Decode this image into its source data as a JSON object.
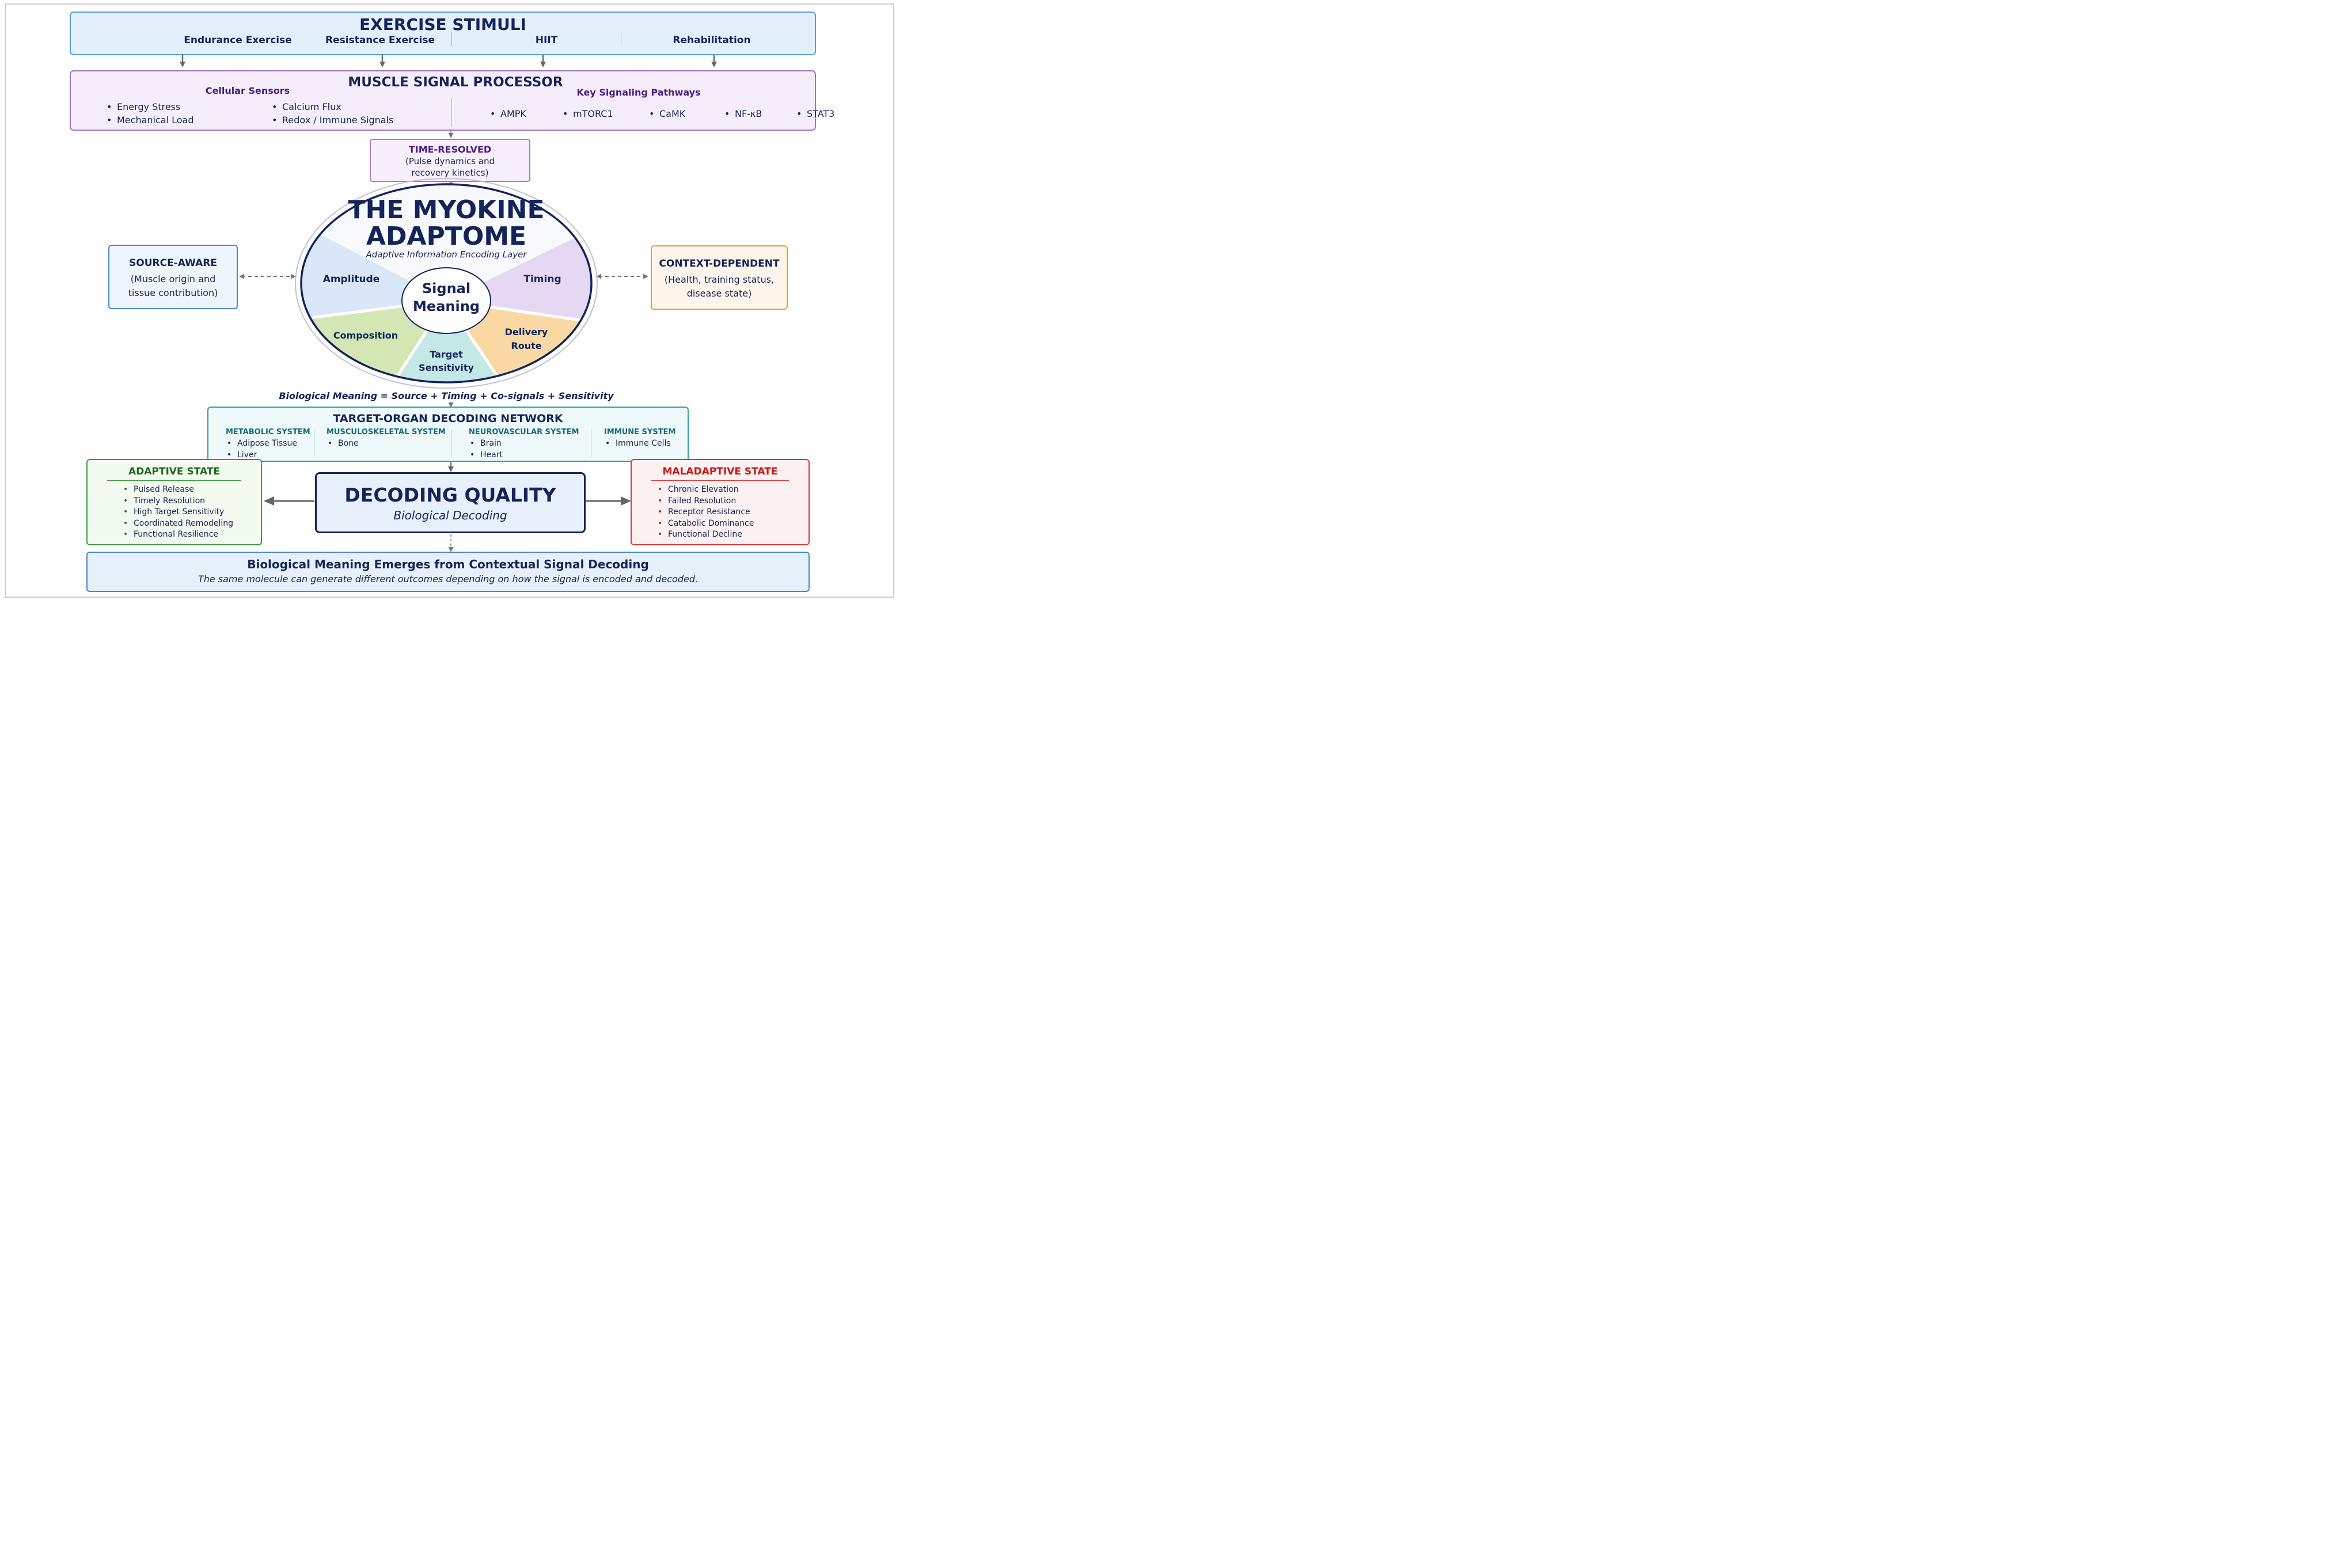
{
  "stimuli": {
    "title": "EXERCISE STIMULI",
    "items": [
      "Endurance Exercise",
      "Resistance Exercise",
      "HIIT",
      "Rehabilitation"
    ]
  },
  "processor": {
    "title": "MUSCLE SIGNAL PROCESSOR",
    "sensors_title": "Cellular Sensors",
    "sensors_col1": [
      "Energy Stress",
      "Mechanical Load"
    ],
    "sensors_col2": [
      "Calcium Flux",
      "Redox / Immune Signals"
    ],
    "pathways_title": "Key Signaling Pathways",
    "pathways": [
      "AMPK",
      "mTORC1",
      "CaMK",
      "NF-κB",
      "STAT3"
    ]
  },
  "time_resolved": {
    "title": "TIME-RESOLVED",
    "line1": "(Pulse dynamics and",
    "line2": "recovery kinetics)"
  },
  "source_aware": {
    "title": "SOURCE-AWARE",
    "line1": "(Muscle origin and",
    "line2": "tissue contribution)"
  },
  "context_dependent": {
    "title": "CONTEXT-DEPENDENT",
    "line1": "(Health, training status,",
    "line2": "disease state)"
  },
  "adaptome": {
    "title_line1": "THE MYOKINE",
    "title_line2": "ADAPTOME",
    "subtitle": "Adaptive Information Encoding Layer",
    "center_line1": "Signal",
    "center_line2": "Meaning",
    "amplitude": "Amplitude",
    "timing": "Timing",
    "composition": "Composition",
    "target_line1": "Target",
    "target_line2": "Sensitivity",
    "delivery_line1": "Delivery",
    "delivery_line2": "Route",
    "colors": {
      "amplitude": "#d9e7f8",
      "timing": "#e5d8f3",
      "composition": "#d3e6b3",
      "target": "#c3e8e6",
      "delivery": "#fad8a3",
      "outline": "#14245a"
    }
  },
  "equation": "Biological Meaning = Source + Timing + Co-signals + Sensitivity",
  "decoding_network": {
    "title": "TARGET-ORGAN DECODING NETWORK",
    "systems": [
      {
        "title": "METABOLIC SYSTEM",
        "items": [
          "Adipose Tissue",
          "Liver"
        ]
      },
      {
        "title": "MUSCULOSKELETAL SYSTEM",
        "items": [
          "Bone"
        ]
      },
      {
        "title": "NEUROVASCULAR SYSTEM",
        "items": [
          "Brain",
          "Heart"
        ]
      },
      {
        "title": "IMMUNE SYSTEM",
        "items": [
          "Immune Cells"
        ]
      }
    ]
  },
  "adaptive": {
    "title": "ADAPTIVE STATE",
    "items": [
      "Pulsed Release",
      "Timely Resolution",
      "High Target Sensitivity",
      "Coordinated Remodeling",
      "Functional Resilience"
    ],
    "color": "#1f7a1f"
  },
  "maladaptive": {
    "title": "MALADAPTIVE STATE",
    "items": [
      "Chronic Elevation",
      "Failed Resolution",
      "Receptor Resistance",
      "Catabolic Dominance",
      "Functional Decline"
    ],
    "color": "#d01818"
  },
  "decoding_quality": {
    "title": "DECODING QUALITY",
    "subtitle": "Biological Decoding"
  },
  "footer": {
    "title": "Biological Meaning Emerges from Contextual Signal Decoding",
    "subtitle": "The same molecule can generate different outcomes depending on how the signal is encoded and decoded."
  }
}
